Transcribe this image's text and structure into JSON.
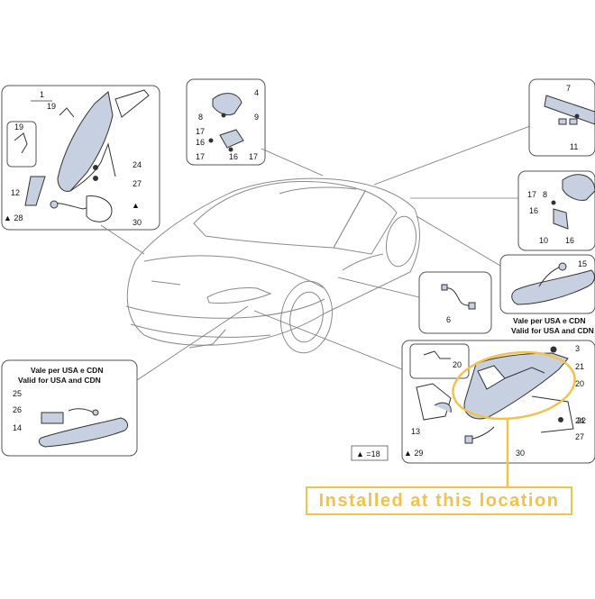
{
  "diagram": {
    "labels": {
      "l1": "1",
      "l19a": "19",
      "l19b": "19",
      "l24a": "24",
      "l27a": "27",
      "l12": "12",
      "l28": "▲ 28",
      "l30a": "30",
      "l_tri_a": "▲",
      "l4": "4",
      "l8a": "8",
      "l9": "9",
      "l17a": "17",
      "l16a": "16",
      "l17b": "17",
      "l16b": "16",
      "l17c": "17",
      "l7": "7",
      "l11": "11",
      "l17d": "17",
      "l8b": "8",
      "l16c": "16",
      "l10": "10",
      "l16d": "16",
      "l15": "15",
      "l6": "6",
      "l3": "3",
      "l21": "21",
      "l20a": "20",
      "l20b": "20",
      "l22": "22",
      "l13": "13",
      "l24b": "24",
      "l27b": "27",
      "l29": "▲ 29",
      "l30b": "30",
      "l25": "25",
      "l26": "26",
      "l14": "14",
      "l18": "▲ =18"
    },
    "notes": {
      "usa_left_it": "Vale per USA e CDN",
      "usa_left_en": "Valid for USA and CDN",
      "usa_right_it": "Vale per USA e CDN",
      "usa_right_en": "Valid for USA and CDN"
    },
    "callout": "Installed at this location"
  },
  "colors": {
    "part_fill": "#c7d0e0",
    "highlight": "#f1c24c",
    "line": "#333333"
  }
}
